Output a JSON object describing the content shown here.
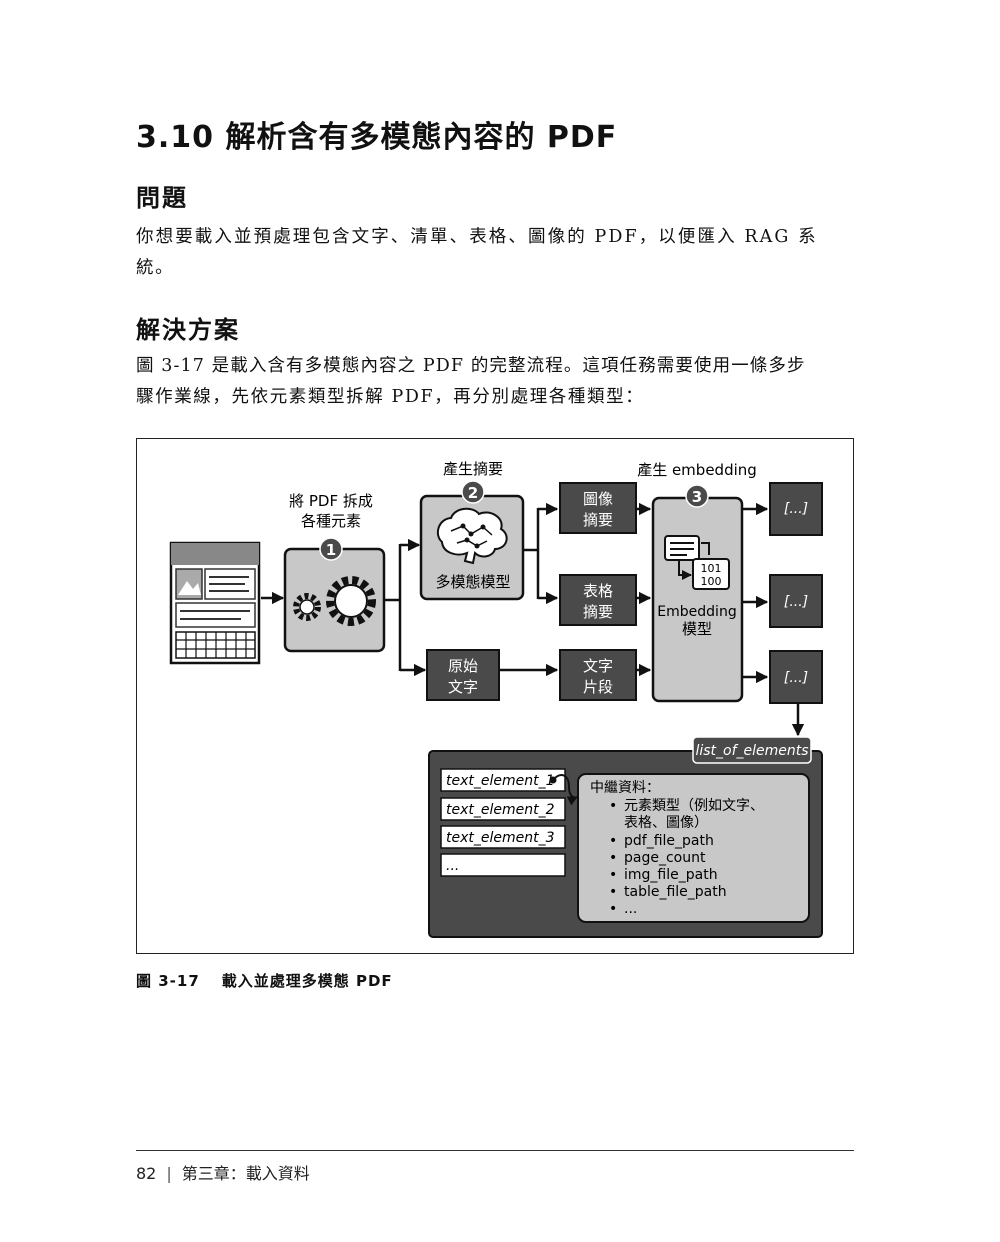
{
  "section": {
    "title": "3.10 解析含有多模態內容的 PDF"
  },
  "problem": {
    "heading": "問題",
    "lines": [
      "你想要載入並預處理包含文字、清單、表格、圖像的 PDF，以便匯入 RAG 系",
      "統。"
    ]
  },
  "solution": {
    "heading": "解決方案",
    "lines": [
      "圖 3-17 是載入含有多模態內容之 PDF 的完整流程。這項任務需要使用一條多步",
      "驟作業線，先依元素類型拆解 PDF，再分別處理各種類型："
    ]
  },
  "figure": {
    "stage1_label": [
      "將 PDF 拆成",
      "各種元素"
    ],
    "stage2_label": "產生摘要",
    "stage3_label": "產生 embedding",
    "badges": [
      "1",
      "2",
      "3"
    ],
    "multimodal_model": "多模態模型",
    "raw_text": [
      "原始",
      "文字"
    ],
    "image_summary": [
      "圖像",
      "摘要"
    ],
    "table_summary": [
      "表格",
      "摘要"
    ],
    "text_chunk": [
      "文字",
      "片段"
    ],
    "embedding_model": [
      "Embedding",
      "模型"
    ],
    "binary": [
      "101",
      "100"
    ],
    "outputs": [
      "[...]",
      "[...]",
      "[...]"
    ],
    "list_tab": "list_of_elements",
    "elements": [
      "text_element_1",
      "text_element_2",
      "text_element_3",
      "..."
    ],
    "metadata_title": "中繼資料：",
    "metadata_items": [
      [
        "元素類型（例如文字、",
        "表格、圖像）"
      ],
      [
        "pdf_file_path"
      ],
      [
        "page_count"
      ],
      [
        "img_file_path"
      ],
      [
        "table_file_path"
      ],
      [
        "..."
      ]
    ],
    "bullet": "•"
  },
  "caption": {
    "number": "圖 3-17",
    "text": "載入並處理多模態 PDF"
  },
  "footer": {
    "page_number": "82",
    "separator": "|",
    "chapter": "第三章：載入資料"
  }
}
